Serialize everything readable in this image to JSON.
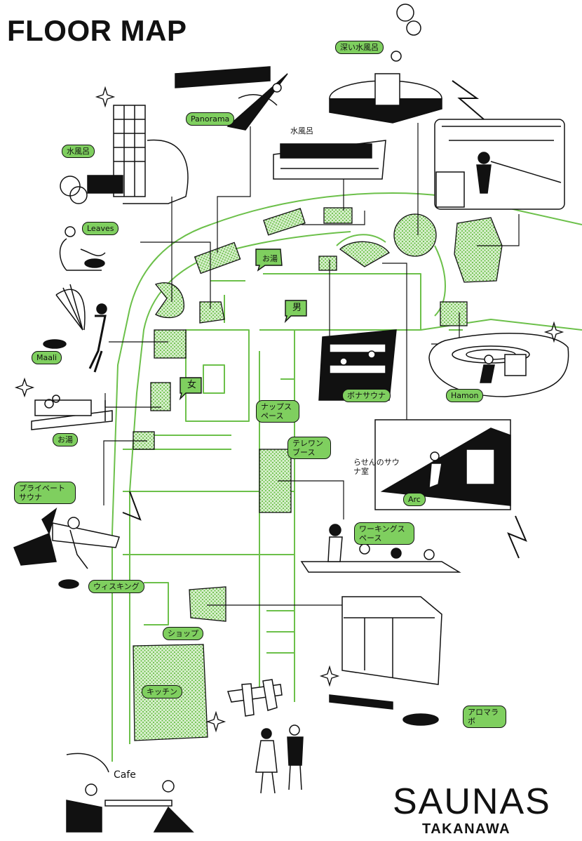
{
  "title": "FLOOR MAP",
  "brand": {
    "name": "SAUNAS",
    "location": "TAKANAWA"
  },
  "colors": {
    "accent": "#7fcf5f",
    "route": "#6cc04a",
    "ink": "#111111",
    "hatch": "#9fd88a"
  },
  "labels": {
    "deep_cold_bath": "深い水風呂",
    "panorama": "Panorama",
    "cold_bath_left": "水風呂",
    "cold_bath_top": "水風呂",
    "leaves": "Leaves",
    "maali": "Maali",
    "bath_left": "お湯",
    "bath_center": "お湯",
    "male": "男",
    "female": "女",
    "hamon": "Hamon",
    "bonasauna": "ボナサウナ",
    "nap_space": "ナップスペース",
    "telework_booth": "テレワンブース",
    "spiral_sauna": "らせんのサウナ室",
    "arc": "Arc",
    "private_sauna": "プライベートサウナ",
    "working_space": "ワーキングスペース",
    "whisking": "ウィスキング",
    "shop": "ショップ",
    "kitchen": "キッチン",
    "aroma_lab": "アロマラボ",
    "cafe": "Cafe"
  }
}
